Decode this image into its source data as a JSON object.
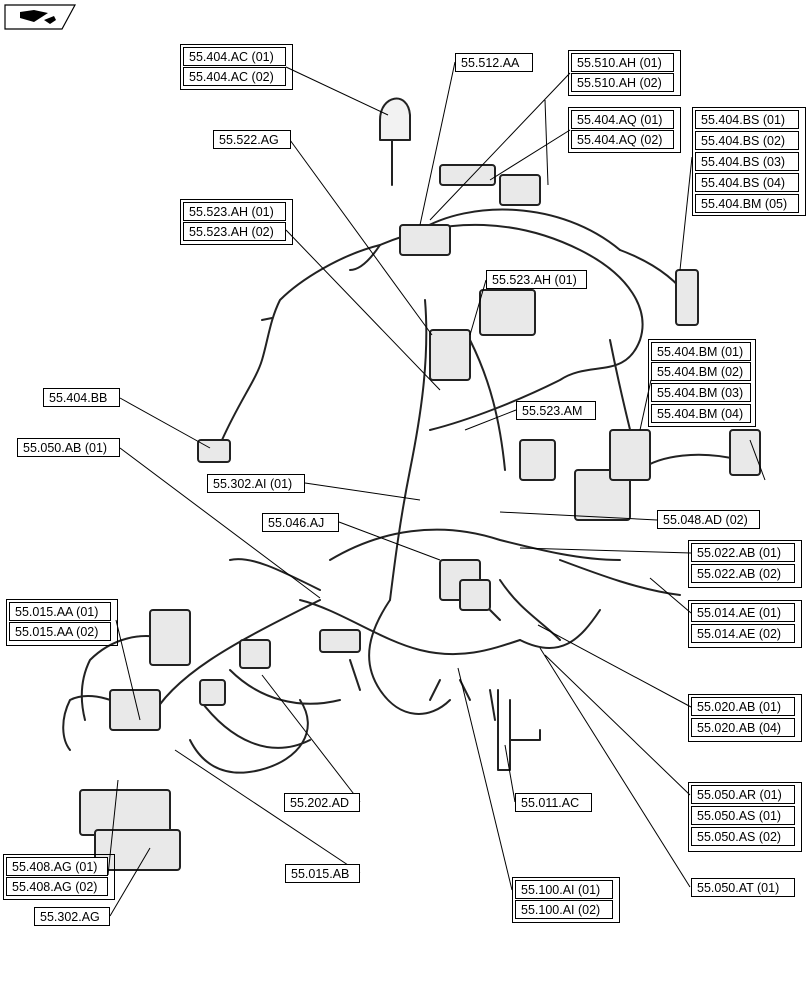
{
  "nav_icon": "book-arrow-icon",
  "callouts": [
    "55.404.AC (01)",
    "55.404.AC (02)",
    "55.512.AA",
    "55.510.AH (01)",
    "55.510.AH (02)",
    "55.404.AQ (01)",
    "55.404.AQ (02)",
    "55.522.AG",
    "55.404.BS (01)",
    "55.404.BS (02)",
    "55.404.BS (03)",
    "55.404.BS (04)",
    "55.404.BM (05)",
    "55.523.AH (01)",
    "55.523.AH (02)",
    "55.523.AH (01)",
    "55.404.BM (01)",
    "55.404.BM (02)",
    "55.404.BM (03)",
    "55.404.BM (04)",
    "55.404.BB",
    "55.523.AM",
    "55.050.AB (01)",
    "55.302.AI (01)",
    "55.046.AJ",
    "55.048.AD (02)",
    "55.022.AB (01)",
    "55.022.AB (02)",
    "55.015.AA (01)",
    "55.015.AA (02)",
    "55.014.AE (01)",
    "55.014.AE (02)",
    "55.020.AB (01)",
    "55.020.AB (04)",
    "55.202.AD",
    "55.011.AC",
    "55.050.AR (01)",
    "55.050.AS (01)",
    "55.050.AS (02)",
    "55.408.AG (01)",
    "55.408.AG (02)",
    "55.015.AB",
    "55.100.AI (01)",
    "55.100.AI (02)",
    "55.050.AT (01)",
    "55.302.AG"
  ]
}
